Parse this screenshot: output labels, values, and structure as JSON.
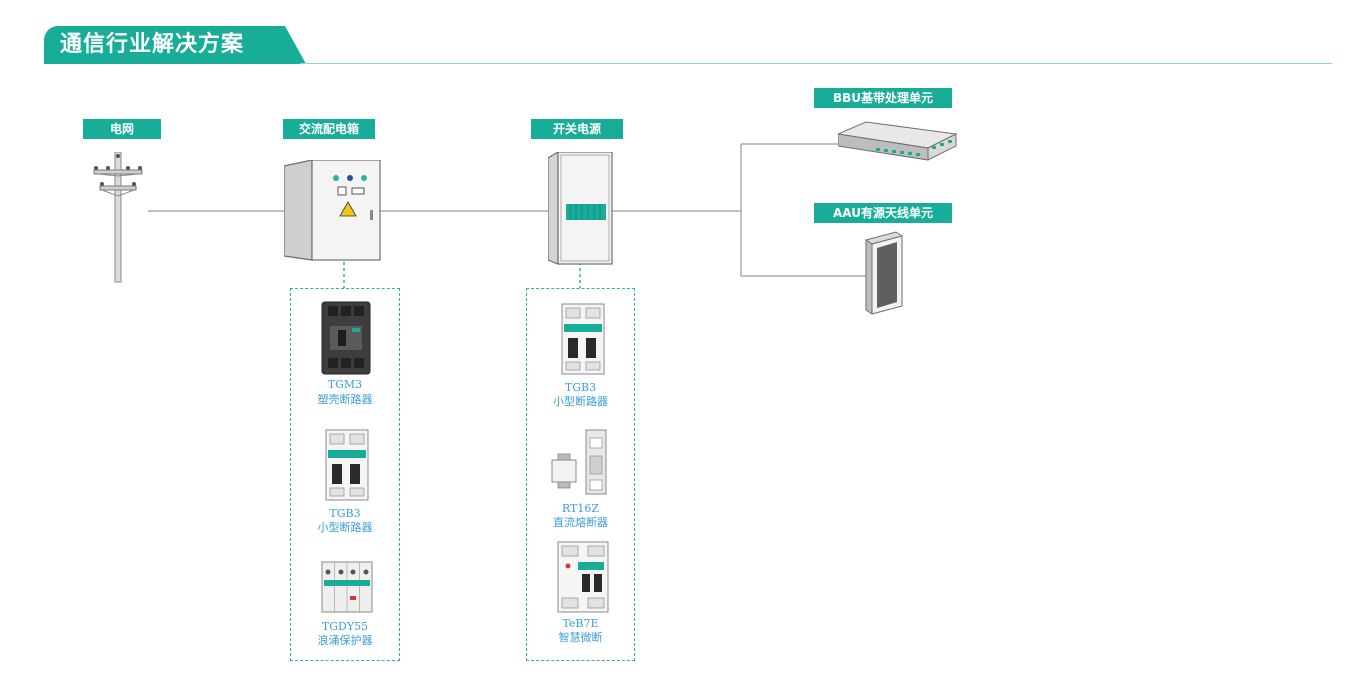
{
  "page": {
    "title": "通信行业解决方案"
  },
  "nodes": {
    "grid": "电网",
    "ac_box": "交流配电箱",
    "power_supply": "开关电源",
    "bbu": "BBU基带处理单元",
    "aau": "AAU有源天线单元"
  },
  "ac_products": [
    {
      "model": "TGM3",
      "name": "塑壳断路器",
      "icon": "molded-case-breaker-icon"
    },
    {
      "model": "TGB3",
      "name": "小型断路器",
      "icon": "mini-breaker-icon"
    },
    {
      "model": "TGDY55",
      "name": "浪涌保护器",
      "icon": "surge-protector-icon"
    }
  ],
  "psu_products": [
    {
      "model": "TGB3",
      "name": "小型断路器",
      "icon": "mini-breaker-icon"
    },
    {
      "model": "RT16Z",
      "name": "直流熔断器",
      "icon": "dc-fuse-icon"
    },
    {
      "model": "TeB7E",
      "name": "智慧微断",
      "icon": "smart-breaker-icon"
    }
  ],
  "colors": {
    "accent": "#17ad99",
    "label_blue": "#3a9fd8",
    "line": "#9a9a9a"
  }
}
